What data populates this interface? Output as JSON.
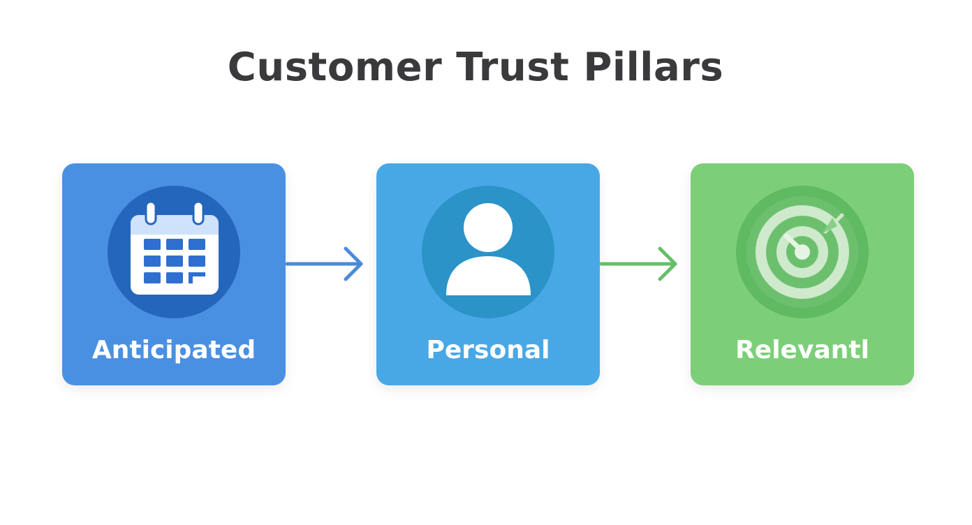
{
  "title": "Customer Trust Pillars",
  "pillars": [
    {
      "label": "Anticipated",
      "icon": "calendar-icon",
      "color": "#4a90e2",
      "circle_color": "#2566bd"
    },
    {
      "label": "Personal",
      "icon": "user-icon",
      "color": "#48a8e6",
      "circle_color": "#2b93c7"
    },
    {
      "label": "Relevantl",
      "icon": "target-icon",
      "color": "#7ccf78",
      "circle_color": "#5fba61"
    }
  ],
  "arrows": [
    {
      "icon": "arrow-right-icon",
      "color": "#4a8ad9"
    },
    {
      "icon": "arrow-right-icon",
      "color": "#67be6a"
    }
  ]
}
